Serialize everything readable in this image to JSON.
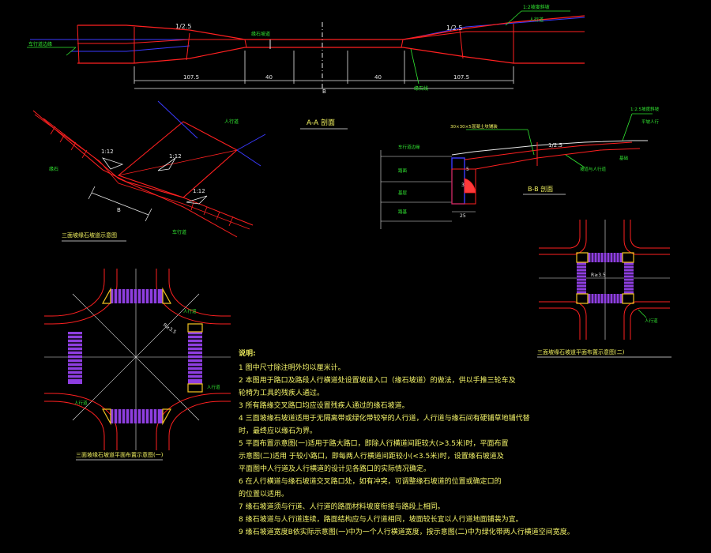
{
  "aa_section": {
    "label": "A-A 剖面",
    "slope_left": "1/2.5",
    "slope_right": "1/2.5",
    "dim_left_outer": "107.5",
    "dim_left_inner": "40",
    "dim_right_inner": "40",
    "dim_right_outer": "107.5",
    "dim_total": "B",
    "callout_left": "车行道边缘",
    "callout_center": "缘石坡道",
    "callout_right_top": "1:2坡度斜坡",
    "callout_right_mid": "人行道",
    "callout_bottom": "缘石线"
  },
  "plan_sketch": {
    "label": "三面坡缘石坡道示意图",
    "slope_1": "1:12",
    "slope_2": "1:12",
    "slope_3": "1:12",
    "dim_b": "B",
    "label_sidewalk": "人行道",
    "label_curb": "缘石",
    "label_road": "车行道"
  },
  "bb_section": {
    "label": "B-B 剖面",
    "callout_top": "1:2.5坡度斜坡",
    "callout_curb": "30×30×5混凝土块铺装",
    "callout_sidewalk": "平坡人行",
    "slope": "1/2.5",
    "rows": [
      "车行道边缘",
      "路面",
      "基层",
      "路基"
    ],
    "dim_5": "5",
    "dim_3": "3",
    "dim_25": "25",
    "callout_mid": "坡道与人行道",
    "callout_mid2": "基础"
  },
  "layout_one": {
    "label": "三面坡缘石坡道平面布置示意图(一)",
    "dim": "R≥3.5",
    "label_sidewalk": "人行道"
  },
  "layout_two": {
    "label": "三面坡缘石坡道平面布置示意图(二)",
    "dim": "R≥3.5",
    "label_sidewalk": "人行道"
  },
  "notes": {
    "title": "说明:",
    "items": [
      "1  图中尺寸除注明外均以厘米计。",
      "2  本图用于路口及路段人行横道处设置坡道入口（缘石坡道）的做法，供以手推三轮车及",
      "   轮椅为工具的残疾人通过。",
      "3  所有路缘交叉路口均应设置残疾人通过的缘石坡道。",
      "4  三面坡缘石坡道适用于无隔离带或绿化带较窄的人行道，人行道与缘石间有硬铺草地铺代替",
      "   时，最终应以缘石为界。",
      "5  平面布置示意图(一)适用于路大路口，即除人行横道间距较大(>3.5米)时，平面布置",
      "   示意图(二)适用        于较小路口，即每两人行横道间距较小(<3.5米)时，设置缘石坡道及",
      "   平面图中人行道及人行横道的设计见各路口的实际情况确定。",
      "6  在人行横道与缘石坡道交叉路口处，如有冲突，可调整缘石坡道的位置或确定口的",
      "   的位置以适用。",
      "7  缘石坡道须与行道、人行道的路面材料坡度衔接与路段上相同。",
      "8  缘石坡道与人行道连续，路面结构应与人行道相同，坡面较长宜以人行道地面铺装为宜。",
      "9  缘石坡道宽度B依实际示意图(一)中为一个人行横道宽度，按示意图(二)中为绿化带两人行横道空间宽度。"
    ]
  }
}
